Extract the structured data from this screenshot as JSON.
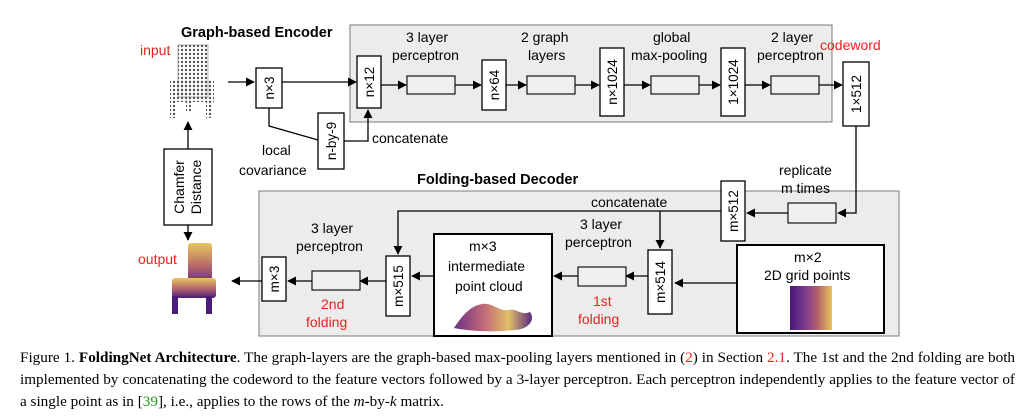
{
  "labels": {
    "encoder_title": "Graph-based Encoder",
    "decoder_title": "Folding-based Decoder",
    "input": "input",
    "output": "output",
    "codeword": "codeword",
    "chamfer_line1": "Chamfer",
    "chamfer_line2": "Distance",
    "local_line1": "local",
    "local_line2": "covariance",
    "concatenate_enc": "concatenate",
    "concatenate_dec": "concatenate",
    "enc_mlp_line1": "3 layer",
    "enc_mlp_line2": "perceptron",
    "graph_line1": "2 graph",
    "graph_line2": "layers",
    "pool_line1": "global",
    "pool_line2": "max-pooling",
    "enc_mlp2_line1": "2 layer",
    "enc_mlp2_line2": "perceptron",
    "replicate_line1": "replicate",
    "replicate_line2": "m times",
    "dec_mlp1_line1": "3 layer",
    "dec_mlp1_line2": "perceptron",
    "dec_mlp2_line1": "3 layer",
    "dec_mlp2_line2": "perceptron",
    "fold1_line1": "1st",
    "fold1_line2": "folding",
    "fold2_line1": "2nd",
    "fold2_line2": "folding",
    "intermediate_line1": "m×3",
    "intermediate_line2": "intermediate",
    "intermediate_line3": "point cloud",
    "grid_line1": "m×2",
    "grid_line2": "2D grid points"
  },
  "dims": {
    "n3": "n×3",
    "nby9": "n-by-9",
    "n12": "n×12",
    "n64": "n×64",
    "n1024": "n×1024",
    "one1024": "1×1024",
    "one512": "1×512",
    "m512": "m×512",
    "m514": "m×514",
    "m515": "m×515",
    "m3": "m×3"
  },
  "caption": {
    "fig": "Figure 1.",
    "title": "FoldingNet Architecture",
    "s1": ". The graph-layers are the graph-based max-pooling layers mentioned in (",
    "eq": "2",
    "s2": ") in Section ",
    "sec": "2.1",
    "s3": ". The 1st and the 2nd folding are both implemented by concatenating the codeword to the feature vectors followed by a 3-layer perceptron. Each perceptron independently applies to the feature vector of a single point as in [",
    "cite": "39",
    "s4": "], i.e., applies to the rows of the ",
    "var": "m",
    "s5": "-by-",
    "var2": "k",
    "s6": " matrix."
  },
  "colors": {
    "red_label": "#e8231f",
    "citation_green": "#1a9a1a",
    "panel_fill": "#ececec"
  }
}
